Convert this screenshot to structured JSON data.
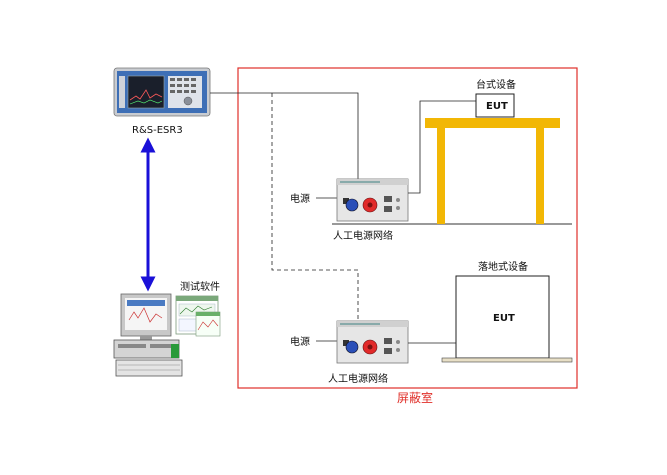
{
  "receiver": {
    "label": "R&S-ESR3"
  },
  "software": {
    "label": "测试软件"
  },
  "room": {
    "label": "屏蔽室"
  },
  "tabletop": {
    "label": "台式设备",
    "eut": "EUT"
  },
  "floorstanding": {
    "label": "落地式设备",
    "eut": "EUT"
  },
  "lisn_top": {
    "power_label": "电源",
    "name": "人工电源网络"
  },
  "lisn_bottom": {
    "power_label": "电源",
    "name": "人工电源网络"
  },
  "colors": {
    "room_border": "#e0302a",
    "room_label": "#e0302a",
    "table": "#f2b705",
    "link_arrow": "#1a10d8"
  }
}
